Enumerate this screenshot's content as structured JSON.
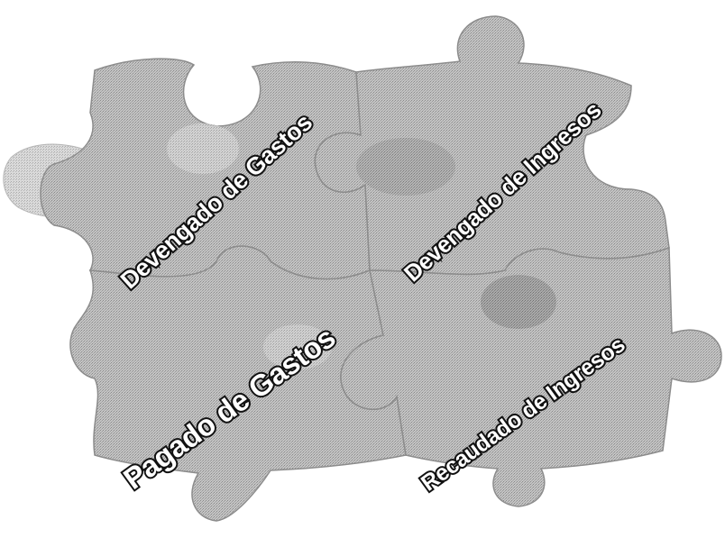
{
  "pieces": {
    "top_left": {
      "label": "Devengado de Gastos"
    },
    "top_right": {
      "label": "Devengado de Ingresos"
    },
    "bottom_left": {
      "label": "Pagado de Gastos"
    },
    "bottom_right": {
      "label": "Recaudado de Ingresos"
    }
  },
  "colors": {
    "background": "#ffffff",
    "piece_fill": "#b9b9b9",
    "piece_edge": "#8e8e8e",
    "label_outline": "#111111",
    "label_fill": "#ffffff"
  }
}
